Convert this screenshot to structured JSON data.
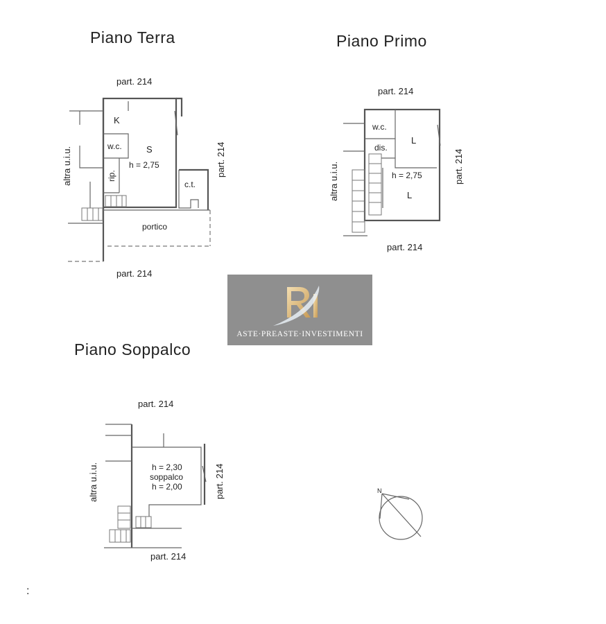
{
  "floors": {
    "ground": {
      "title": "Piano Terra",
      "boundary_top": "part. 214",
      "boundary_right": "part. 214",
      "boundary_bottom": "part. 214",
      "boundary_left": "altra  u.i.u.",
      "rooms": {
        "kitchen": "K",
        "living": "S",
        "height": "h = 2,75",
        "wc": "w.c.",
        "storage": "rip.",
        "boiler": "c.t.",
        "porch": "portico"
      }
    },
    "first": {
      "title": "Piano Primo",
      "boundary_top": "part. 214",
      "boundary_right": "part. 214",
      "boundary_bottom": "part. 214",
      "boundary_left": "altra  u.i.u.",
      "rooms": {
        "wc": "w.c.",
        "hall": "dis.",
        "room_a": "L",
        "height": "h = 2,75",
        "room_b": "L"
      }
    },
    "mezzanine": {
      "title": "Piano  Soppalco",
      "boundary_top": "part. 214",
      "boundary_right": "part. 214",
      "boundary_bottom": "part. 214",
      "boundary_left": "altra  u.i.u.",
      "rooms": {
        "height_top": "h = 2,30",
        "name": "soppalco",
        "height_bottom": "h = 2,00"
      }
    }
  },
  "watermark": {
    "monogram": "RI",
    "caption": "ASTE·PREASTE·INVESTIMENTI",
    "background": "#8f8f8f",
    "gold": "#d9b77a"
  },
  "compass": {
    "label": "N",
    "icon": "north-arrow-icon"
  },
  "footer_mark": ":"
}
